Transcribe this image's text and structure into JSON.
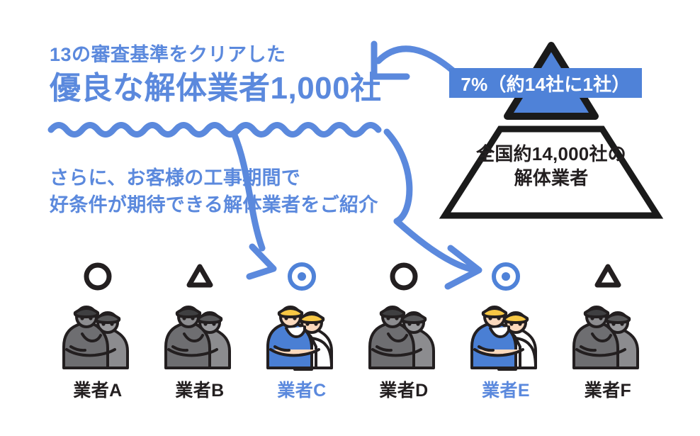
{
  "theme": {
    "accent_blue": "#5b89dd",
    "banner_blue": "#4f82d8",
    "ink_black": "#231f20",
    "grey_dark": "#58585a",
    "grey_mid": "#7d7d80",
    "grey_light": "#9b9b9e",
    "hat_yellow": "#f7c744",
    "uniform_blue": "#4a7fd4",
    "skin": "#fbd9bd",
    "background": "#ffffff"
  },
  "headline": {
    "line1": "13の審査基準をクリアした",
    "line2": "優良な解体業者1,000社"
  },
  "subhead": {
    "line1": "さらに、お客様の工事期間で",
    "line2": "好条件が期待できる解体業者をご紹介"
  },
  "pyramid": {
    "top_banner_label": "7%（約14社に1社）",
    "base_label_line1": "全国約14,000社の",
    "base_label_line2": "解体業者"
  },
  "vendors": [
    {
      "id": "a",
      "name": "業者A",
      "rating": "circle",
      "rating_symbol": "○",
      "highlighted": false
    },
    {
      "id": "b",
      "name": "業者B",
      "rating": "triangle",
      "rating_symbol": "△",
      "highlighted": false
    },
    {
      "id": "c",
      "name": "業者C",
      "rating": "double-circle",
      "rating_symbol": "◎",
      "highlighted": true
    },
    {
      "id": "d",
      "name": "業者D",
      "rating": "circle",
      "rating_symbol": "○",
      "highlighted": false
    },
    {
      "id": "e",
      "name": "業者E",
      "rating": "double-circle",
      "rating_symbol": "◎",
      "highlighted": true
    },
    {
      "id": "f",
      "name": "業者F",
      "rating": "triangle",
      "rating_symbol": "△",
      "highlighted": false
    }
  ],
  "annotations": {
    "arrow_headline_to_pyramid": "curved arrow from pyramid banner to headline",
    "arrow_subhead_to_vendor_c": "curved arrow down to 業者C rating",
    "arrow_subhead_to_vendor_e": "curved arrow down to 業者E rating",
    "wavy_underline": "wavy underline beneath 優良な解体業者1,000社"
  }
}
